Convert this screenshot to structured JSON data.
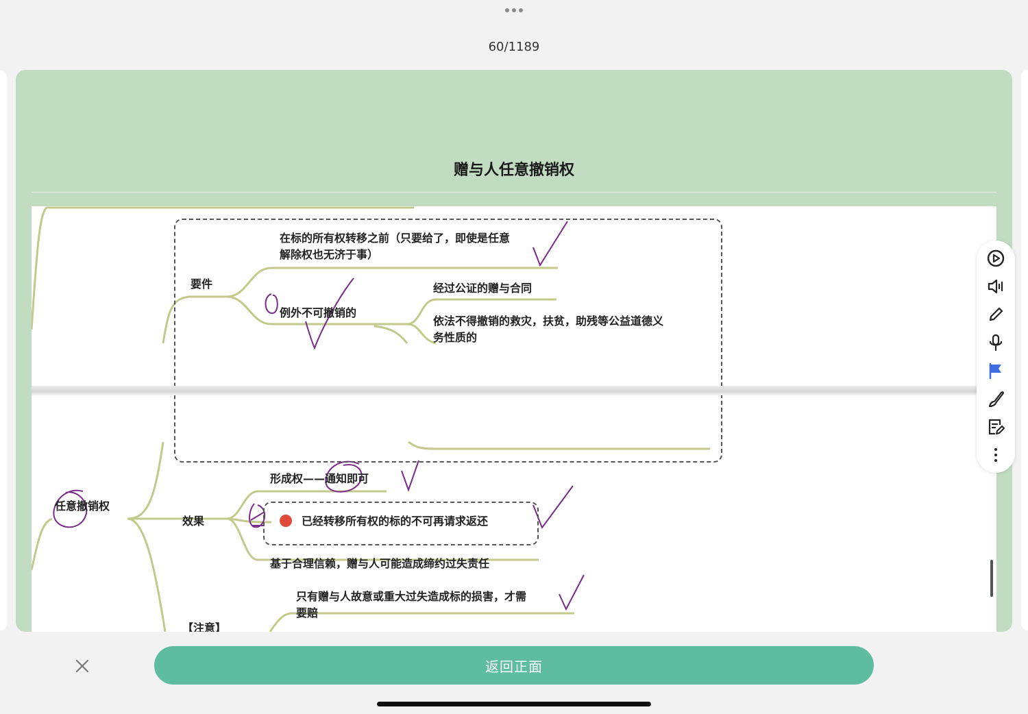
{
  "counter": "60/1189",
  "card": {
    "title": "赠与人任意撤销权"
  },
  "mindmap_top": {
    "condition_text_1": "在标的所有权转移之前（只要给了，即使是任意",
    "condition_text_2": "解除权也无济于事）",
    "requirements_label": "要件",
    "exception_label": "例外不可撤销的",
    "exception_item_1": "经过公证的赠与合同",
    "exception_item_2a": "依法不得撤销的救灾，扶贫，助残等公益道德义",
    "exception_item_2b": "务性质的"
  },
  "mindmap_bottom": {
    "root_label": "任意撤销权",
    "effect_label": "效果",
    "formation_right": "形成权——通知即可",
    "effect_item_1": "已经转移所有权的标的不可再请求返还",
    "effect_item_2": "基于合理信赖，赠与人可能造成缔约过失责任",
    "note_text_1": "只有赠与人故意或重大过失造成标的损害，才需",
    "note_text_2": "要赔",
    "note_label": "【注意】"
  },
  "toolbar": {
    "icons": [
      "play-circle-icon",
      "speaker-icon",
      "pencil-icon",
      "microphone-icon",
      "flag-icon",
      "brush-icon",
      "note-edit-icon",
      "more-vertical-icon"
    ]
  },
  "bottom": {
    "back_label": "返回正面"
  },
  "colors": {
    "card_bg": "#c2dcc1",
    "button_bg": "#5ebc9f",
    "branch": "#c3c98b",
    "ink": "#7a2a8a",
    "flag": "#3d6fe0"
  }
}
